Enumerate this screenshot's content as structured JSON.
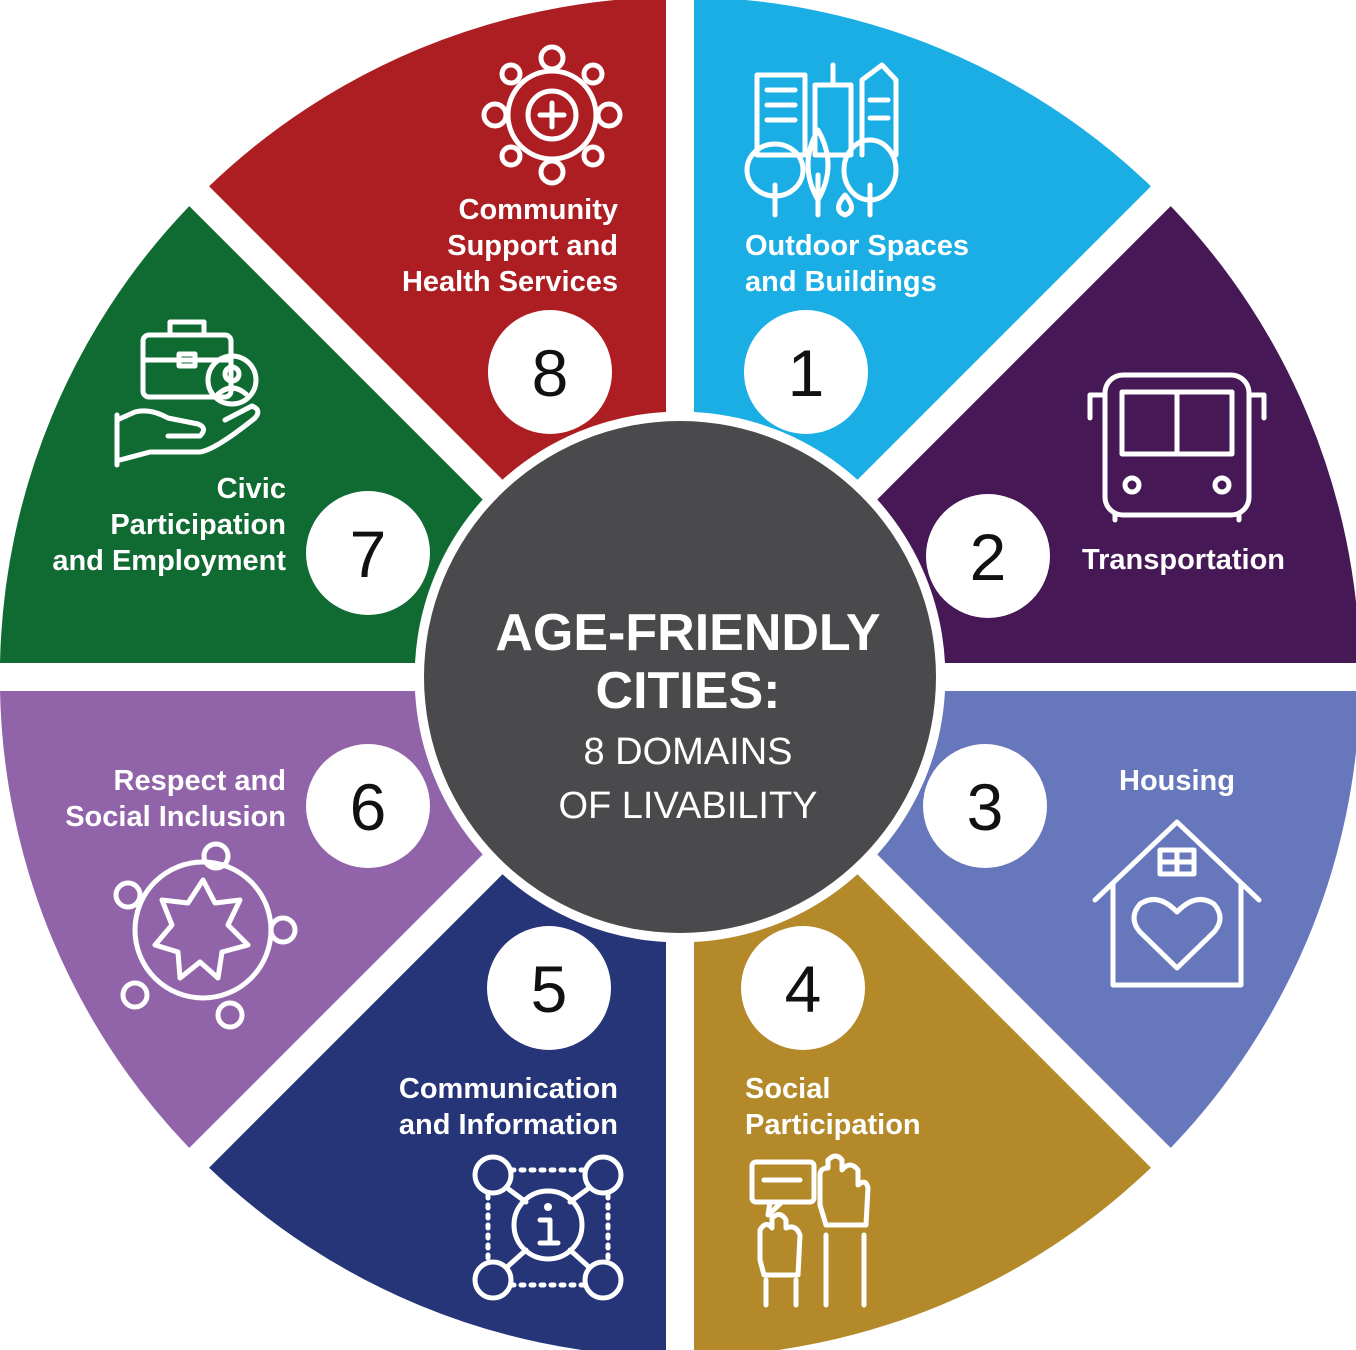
{
  "center": {
    "title_line1": "AGE-FRIENDLY",
    "title_line2": "CITIES:",
    "subtitle_line1": "8 DOMAINS",
    "subtitle_line2": "OF LIVABILITY",
    "color": "#4a4a4c"
  },
  "domains": [
    {
      "number": "1",
      "lines": [
        "Outdoor Spaces",
        "and Buildings"
      ],
      "color": "#1aaee4",
      "icon": "city-trees-icon"
    },
    {
      "number": "2",
      "lines": [
        "Transportation"
      ],
      "color": "#461856",
      "icon": "bus-icon"
    },
    {
      "number": "3",
      "lines": [
        "Housing"
      ],
      "color": "#6777bc",
      "icon": "house-heart-icon"
    },
    {
      "number": "4",
      "lines": [
        "Social",
        "Participation"
      ],
      "color": "#b3892a",
      "icon": "raised-hands-icon"
    },
    {
      "number": "5",
      "lines": [
        "Communication",
        "and Information"
      ],
      "color": "#263478",
      "icon": "info-network-icon"
    },
    {
      "number": "6",
      "lines": [
        "Respect and",
        "Social Inclusion"
      ],
      "color": "#9164a9",
      "icon": "people-circle-icon"
    },
    {
      "number": "7",
      "lines": [
        "Civic",
        "Participation",
        "and Employment"
      ],
      "color": "#106b33",
      "icon": "briefcase-hand-icon"
    },
    {
      "number": "8",
      "lines": [
        "Community",
        "Support and",
        "Health Services"
      ],
      "color": "#ad1e23",
      "icon": "health-community-icon"
    }
  ]
}
